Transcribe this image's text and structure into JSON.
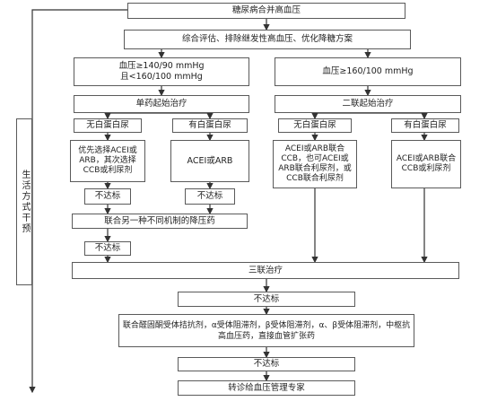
{
  "diagram": {
    "title": "糖尿病合并高血压",
    "step_assess": "综合评估、排除继发性高血压、优化降糖方案",
    "bp_low": "血压≥140/90 mmHg\n且<160/100 mmHg",
    "bp_high": "血压≥160/100 mmHg",
    "mono_therapy": "单药起始治疗",
    "dual_therapy": "二联起始治疗",
    "no_proteinuria_1": "无白蛋白尿",
    "proteinuria_1": "有白蛋白尿",
    "no_proteinuria_2": "无白蛋白尿",
    "proteinuria_2": "有白蛋白尿",
    "mono_no_prot_drug": "优先选择ACEI或ARB，其次选择CCB或利尿剂",
    "mono_prot_drug": "ACEI或ARB",
    "dual_no_prot_drug": "ACEI或ARB联合CCB，也可ACEI或ARB联合利尿剂，或CCB联合利尿剂",
    "dual_prot_drug": "ACEI或ARB联合CCB或利尿剂",
    "not_reached_a": "不达标",
    "not_reached_b": "不达标",
    "combine_other": "联合另一种不同机制的降压药",
    "not_reached_c": "不达标",
    "triple_therapy": "三联治疗",
    "not_reached_d": "不达标",
    "add_drugs": "联合醛固酮受体拮抗剂，α受体阻滞剂，β受体阻滞剂，α、β受体阻滞剂，中枢抗高血压药，直接血管扩张药",
    "not_reached_e": "不达标",
    "refer": "转诊给血压管理专家",
    "lifestyle": "生活方式干预"
  },
  "colors": {
    "border": "#5a5a5a",
    "line": "#333333",
    "background": "#ffffff"
  }
}
